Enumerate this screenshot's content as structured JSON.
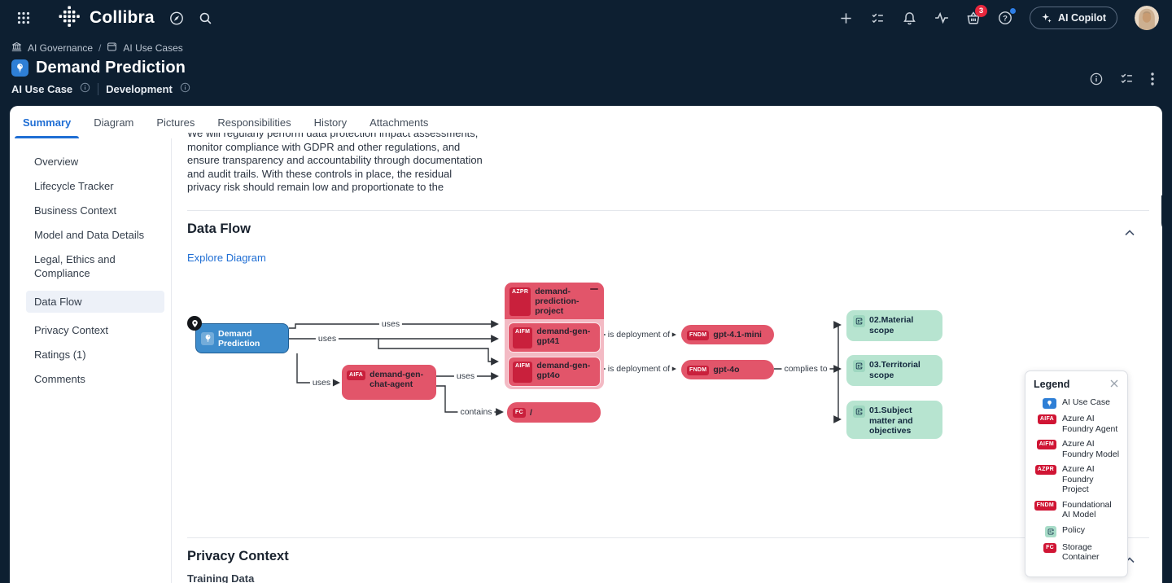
{
  "topnav": {
    "brand": "Collibra",
    "copilot_button": "AI Copilot",
    "marketplace_badge_count": "3",
    "icons": {
      "left": [
        "app-launcher-icon",
        "collibra-logo-mark",
        "compass-icon",
        "search-icon"
      ],
      "right": [
        "plus-icon",
        "tasks-icon",
        "bell-icon",
        "activity-icon",
        "marketplace-icon",
        "help-icon",
        "avatar"
      ]
    }
  },
  "breadcrumb": {
    "separator": "/",
    "items": [
      {
        "label": "AI Governance"
      },
      {
        "label": "AI Use Cases"
      }
    ]
  },
  "header": {
    "title": "Demand Prediction",
    "asset_type": "AI Use Case",
    "status": "Development"
  },
  "tabs": {
    "active": "Summary",
    "items": [
      {
        "label": "Summary"
      },
      {
        "label": "Diagram"
      },
      {
        "label": "Pictures"
      },
      {
        "label": "Responsibilities"
      },
      {
        "label": "History"
      },
      {
        "label": "Attachments"
      }
    ]
  },
  "sidebar": {
    "active": "Data Flow",
    "items": [
      {
        "label": "Overview"
      },
      {
        "label": "Lifecycle Tracker"
      },
      {
        "label": "Business Context"
      },
      {
        "label": "Model and Data Details"
      },
      {
        "label": "Legal, Ethics and Compliance"
      },
      {
        "label": "Data Flow"
      },
      {
        "label": "Privacy Context"
      },
      {
        "label": "Ratings (1)"
      },
      {
        "label": "Comments"
      }
    ]
  },
  "summary": {
    "intro_paragraph": "We will regularly perform data protection impact assessments, monitor compliance with GDPR and other regulations, and ensure transparency and accountability through documentation and audit trails. With these controls in place, the residual privacy risk should remain low and proportionate to the business benefits.",
    "data_flow_section": {
      "heading": "Data Flow",
      "explore_link": "Explore Diagram"
    },
    "privacy_section": {
      "heading": "Privacy Context",
      "first_field_label": "Training Data"
    }
  },
  "diagram": {
    "nodes": {
      "use_case": {
        "label": "Demand Prediction"
      },
      "project": {
        "badge": "AZPR",
        "label": "demand-prediction-project"
      },
      "model_gpt41": {
        "badge": "AIFM",
        "label": "demand-gen-gpt41"
      },
      "model_gpt4o": {
        "badge": "AIFM",
        "label": "demand-gen-gpt4o"
      },
      "fndm_mini": {
        "badge": "FNDM",
        "label": "gpt-4.1-mini"
      },
      "fndm_4o": {
        "badge": "FNDM",
        "label": "gpt-4o"
      },
      "agent": {
        "badge": "AIFA",
        "label": "demand-gen-chat-agent"
      },
      "storage": {
        "badge": "FC",
        "label": "/"
      },
      "policy_02": {
        "label": "02.Material scope"
      },
      "policy_03": {
        "label": "03.Territorial scope"
      },
      "policy_01": {
        "label": "01.Subject matter and objectives"
      }
    },
    "edge_labels": {
      "uses": "uses",
      "contains": "contains",
      "is_deployment_of": "is deployment of",
      "complies_to": "complies to"
    }
  },
  "legend": {
    "title": "Legend",
    "items": [
      {
        "badge_type": "ai-use-case",
        "label": "AI Use Case"
      },
      {
        "badge_type": "red",
        "badge": "AIFA",
        "label": "Azure AI Foundry Agent"
      },
      {
        "badge_type": "red",
        "badge": "AIFM",
        "label": "Azure AI Foundry Model"
      },
      {
        "badge_type": "red",
        "badge": "AZPR",
        "label": "Azure AI Foundry Project"
      },
      {
        "badge_type": "red",
        "badge": "FNDM",
        "label": "Foundational AI Model"
      },
      {
        "badge_type": "policy",
        "label": "Policy"
      },
      {
        "badge_type": "red",
        "badge": "FC",
        "label": "Storage Container"
      }
    ]
  },
  "colors": {
    "top_background": "#0d1f31",
    "accent_blue": "#1f6ed4",
    "node_red": "#e2556a",
    "badge_red": "#c9203c",
    "container_pink": "#f3bac4",
    "node_green": "#b7e4d0",
    "node_blue": "#3e8ccc",
    "notification_red": "#e8273d"
  }
}
